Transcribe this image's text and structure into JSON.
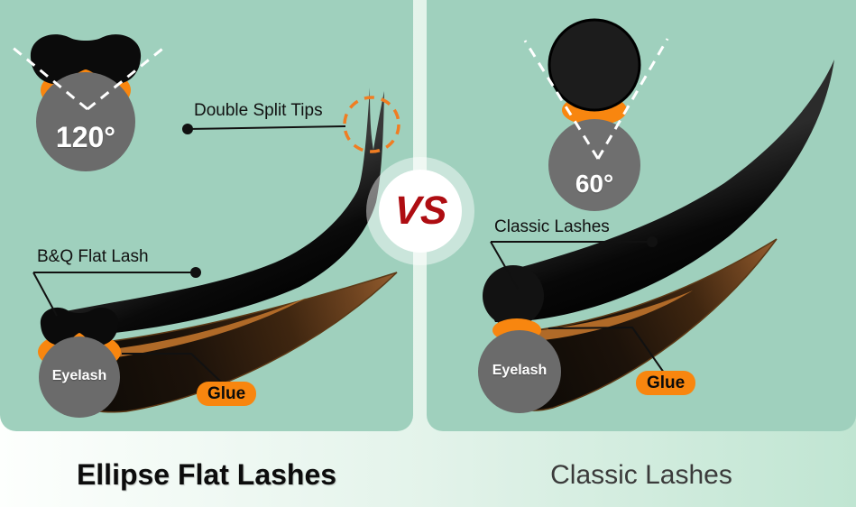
{
  "left_panel": {
    "angle_value": "120°",
    "split_tips_label": "Double Split Tips",
    "lash_name_label": "B&Q Flat Lash",
    "eyelash_label": "Eyelash",
    "glue_label": "Glue",
    "footer_title": "Ellipse Flat Lashes"
  },
  "right_panel": {
    "angle_value": "60°",
    "lash_name_label": "Classic Lashes",
    "eyelash_label": "Eyelash",
    "glue_label": "Glue",
    "footer_title": "Classic Lashes"
  },
  "center": {
    "vs_label": "VS"
  },
  "colors": {
    "panel_green": "#9fd0bd",
    "background_gradient_start": "#fdfffd",
    "background_gradient_end": "#c0e5d2",
    "glue_orange": "#f8860f",
    "highlight_dash_orange": "#f07d22",
    "vs_red": "#ae0d12",
    "eyelash_gray": "#6b6b6b",
    "lash_black": "#0a0a0a",
    "natural_lash_brown": "#9a6130"
  }
}
